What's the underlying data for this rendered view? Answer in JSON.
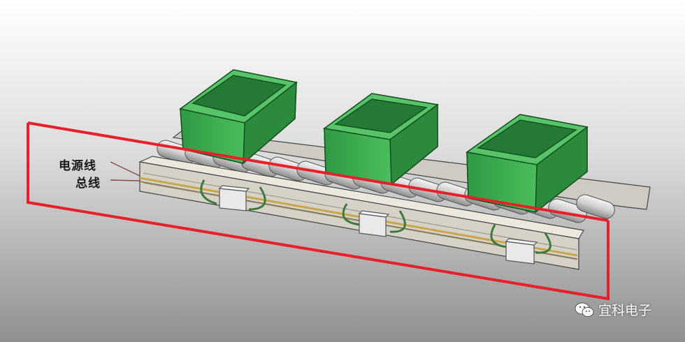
{
  "callouts": {
    "power_line": "电源线",
    "bus_line": "总线"
  },
  "watermark": {
    "icon": "wechat-icon",
    "text": "宜科电子"
  },
  "colors": {
    "frame": "#e8202a",
    "box": "#2f9a44",
    "rail": "#d6d2c8",
    "wire": "#c9a64a"
  }
}
